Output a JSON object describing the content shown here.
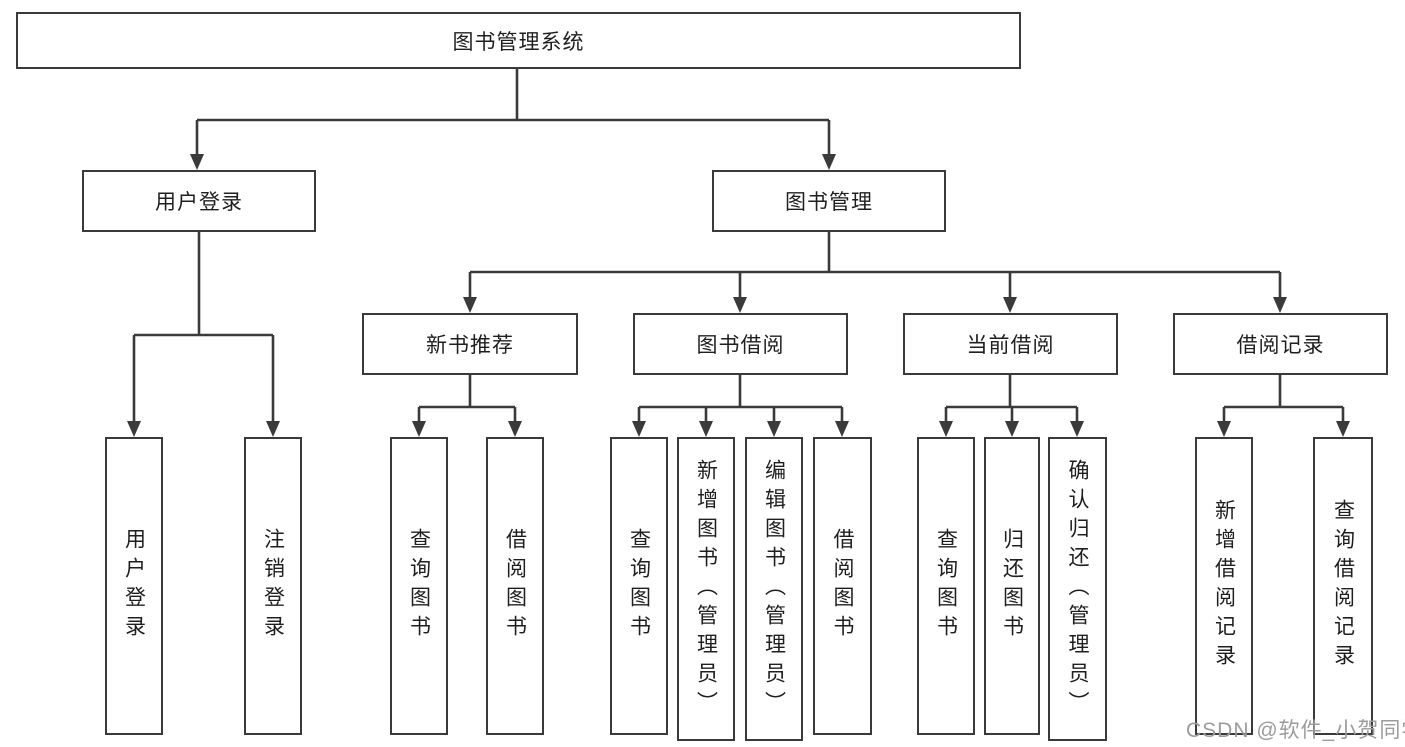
{
  "colors": {
    "line": "#3a3a3a",
    "text": "#1f1f1f",
    "watermark": "#9c9c9c",
    "bg": "#ffffff"
  },
  "tree": {
    "root": {
      "label": "图书管理系统"
    },
    "branches": [
      {
        "label": "用户登录",
        "children": [
          {
            "label": "用户登录"
          },
          {
            "label": "注销登录"
          }
        ]
      },
      {
        "label": "图书管理",
        "children": [
          {
            "label": "新书推荐",
            "children": [
              {
                "label": "查询图书"
              },
              {
                "label": "借阅图书"
              }
            ]
          },
          {
            "label": "图书借阅",
            "children": [
              {
                "label": "查询图书"
              },
              {
                "label": "新增图书（管理员）"
              },
              {
                "label": "编辑图书（管理员）"
              },
              {
                "label": "借阅图书"
              }
            ]
          },
          {
            "label": "当前借阅",
            "children": [
              {
                "label": "查询图书"
              },
              {
                "label": "归还图书"
              },
              {
                "label": "确认归还（管理员）"
              }
            ]
          },
          {
            "label": "借阅记录",
            "children": [
              {
                "label": "新增借阅记录"
              },
              {
                "label": "查询借阅记录"
              }
            ]
          }
        ]
      }
    ]
  },
  "watermark": "CSDN @软件_小贺同学"
}
